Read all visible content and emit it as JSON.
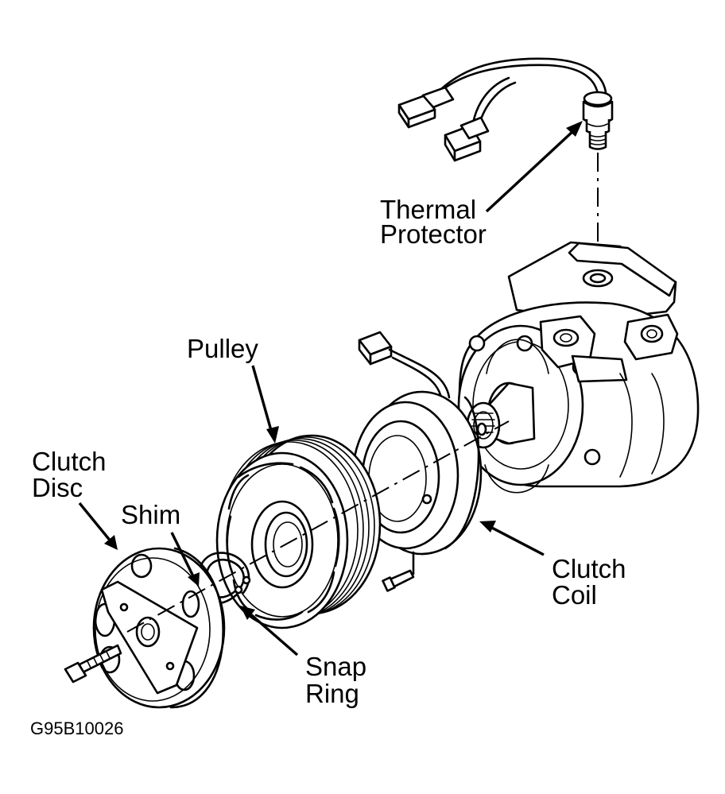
{
  "labels": {
    "thermal_protector_1": "Thermal",
    "thermal_protector_2": "Protector",
    "pulley": "Pulley",
    "clutch_disc_1": "Clutch",
    "clutch_disc_2": "Disc",
    "shim": "Shim",
    "clutch_coil_1": "Clutch",
    "clutch_coil_2": "Coil",
    "snap_ring_1": "Snap",
    "snap_ring_2": "Ring"
  },
  "figure_code": "G95B10026"
}
